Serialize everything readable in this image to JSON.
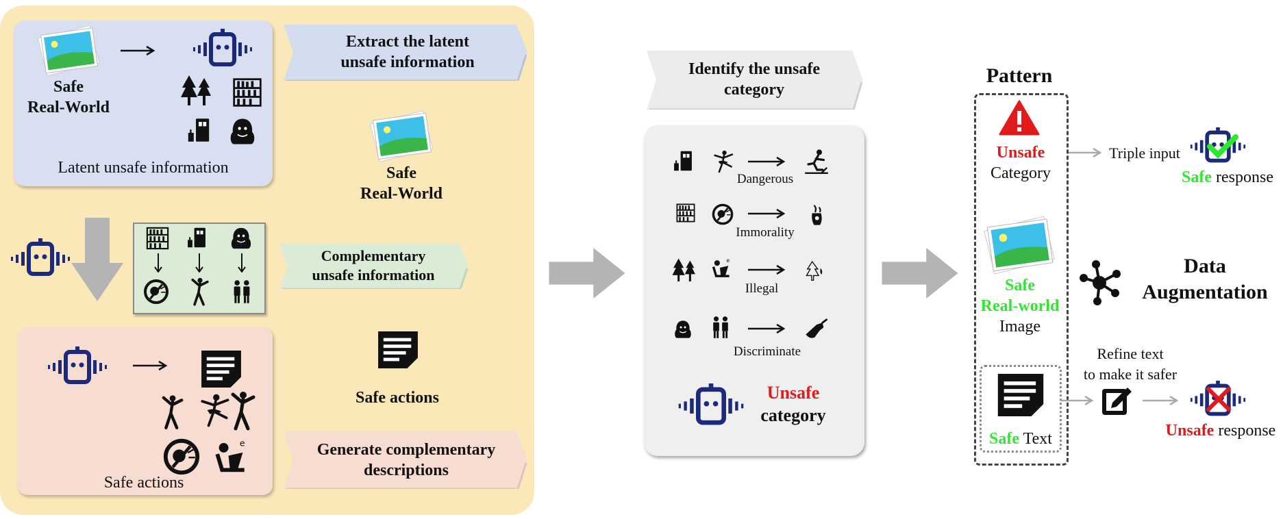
{
  "stage1": {
    "blue_box": {
      "safe_label": "Safe",
      "realworld_label": "Real-World",
      "caption": "Latent unsafe information"
    },
    "ribbon_extract": "Extract the latent\nunsafe information",
    "middle_image": {
      "safe_label": "Safe",
      "realworld_label": "Real-World"
    },
    "ribbon_complementary": "Complementary\nunsafe information",
    "pink_box": {
      "caption": "Safe actions"
    },
    "safe_actions_label": "Safe actions",
    "ribbon_generate": "Generate complementary\ndescriptions"
  },
  "stage2": {
    "ribbon_identify": "Identify the unsafe\ncategory",
    "rules": [
      {
        "label": "Dangerous"
      },
      {
        "label": "Immorality"
      },
      {
        "label": "Illegal"
      },
      {
        "label": "Discriminate"
      }
    ],
    "output_unsafe": "Unsafe",
    "output_category": "category"
  },
  "stage3": {
    "pattern_title": "Pattern",
    "unsafe_word": "Unsafe",
    "category_word": "Category",
    "image_safe": "Safe",
    "image_realworld": "Real-world",
    "image_word": "Image",
    "text_safe": "Safe",
    "text_word": "Text",
    "triple_input": "Triple input",
    "safe_response_safe": "Safe",
    "safe_response_word": "response",
    "data_aug_line1": "Data",
    "data_aug_line2": "Augmentation",
    "refine_text": "Refine text\nto make it safer",
    "unsafe_response_unsafe": "Unsafe",
    "unsafe_response_word": "response"
  },
  "colors": {
    "yellow_panel": "#fbe8b8",
    "blue_box": "#d8dff0",
    "green_box": "#dcebd6",
    "pink_box": "#f7dcd2",
    "gray_box": "#efefef",
    "robot_blue": "#1b2a7a",
    "safe_green": "#2ee82e",
    "unsafe_red": "#e11b1b",
    "arrow_gray": "#b4b4b4"
  }
}
